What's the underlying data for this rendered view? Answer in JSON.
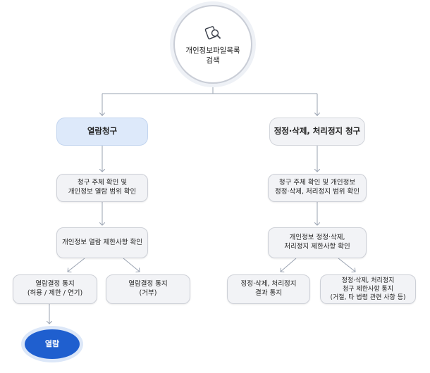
{
  "start": {
    "label": "개인정보파일목록\n검색",
    "icon": "search-document-icon"
  },
  "left_branch": {
    "title": "열람청구",
    "step1": "청구 주체 확인 및\n개인정보 열람 범위 확인",
    "step2": "개인정보 열람 제한사항 확인",
    "outcome_a": "열람결정 통지\n(허용 / 제한 / 연기)",
    "outcome_b": "열람결정 통지\n(거부)",
    "final": "열람"
  },
  "right_branch": {
    "title": "정정·삭제, 처리정지 청구",
    "step1": "청구 주체 확인 및 개인정보\n정정·삭제, 처리정지 범위 확인",
    "step2": "개인정보 정정·삭제,\n처리정지 제한사항 확인",
    "outcome_a": "정정·삭제, 처리정지\n결과 통지",
    "outcome_b": "정정·삭제, 처리정지\n청구 제한사항 통지\n(거절, 타 법령 관련 사항 등)"
  },
  "colors": {
    "accent": "#1f5fcf",
    "highlight_box": "#dde9fa",
    "box": "#f2f3f6",
    "line": "#9aa3b2"
  }
}
